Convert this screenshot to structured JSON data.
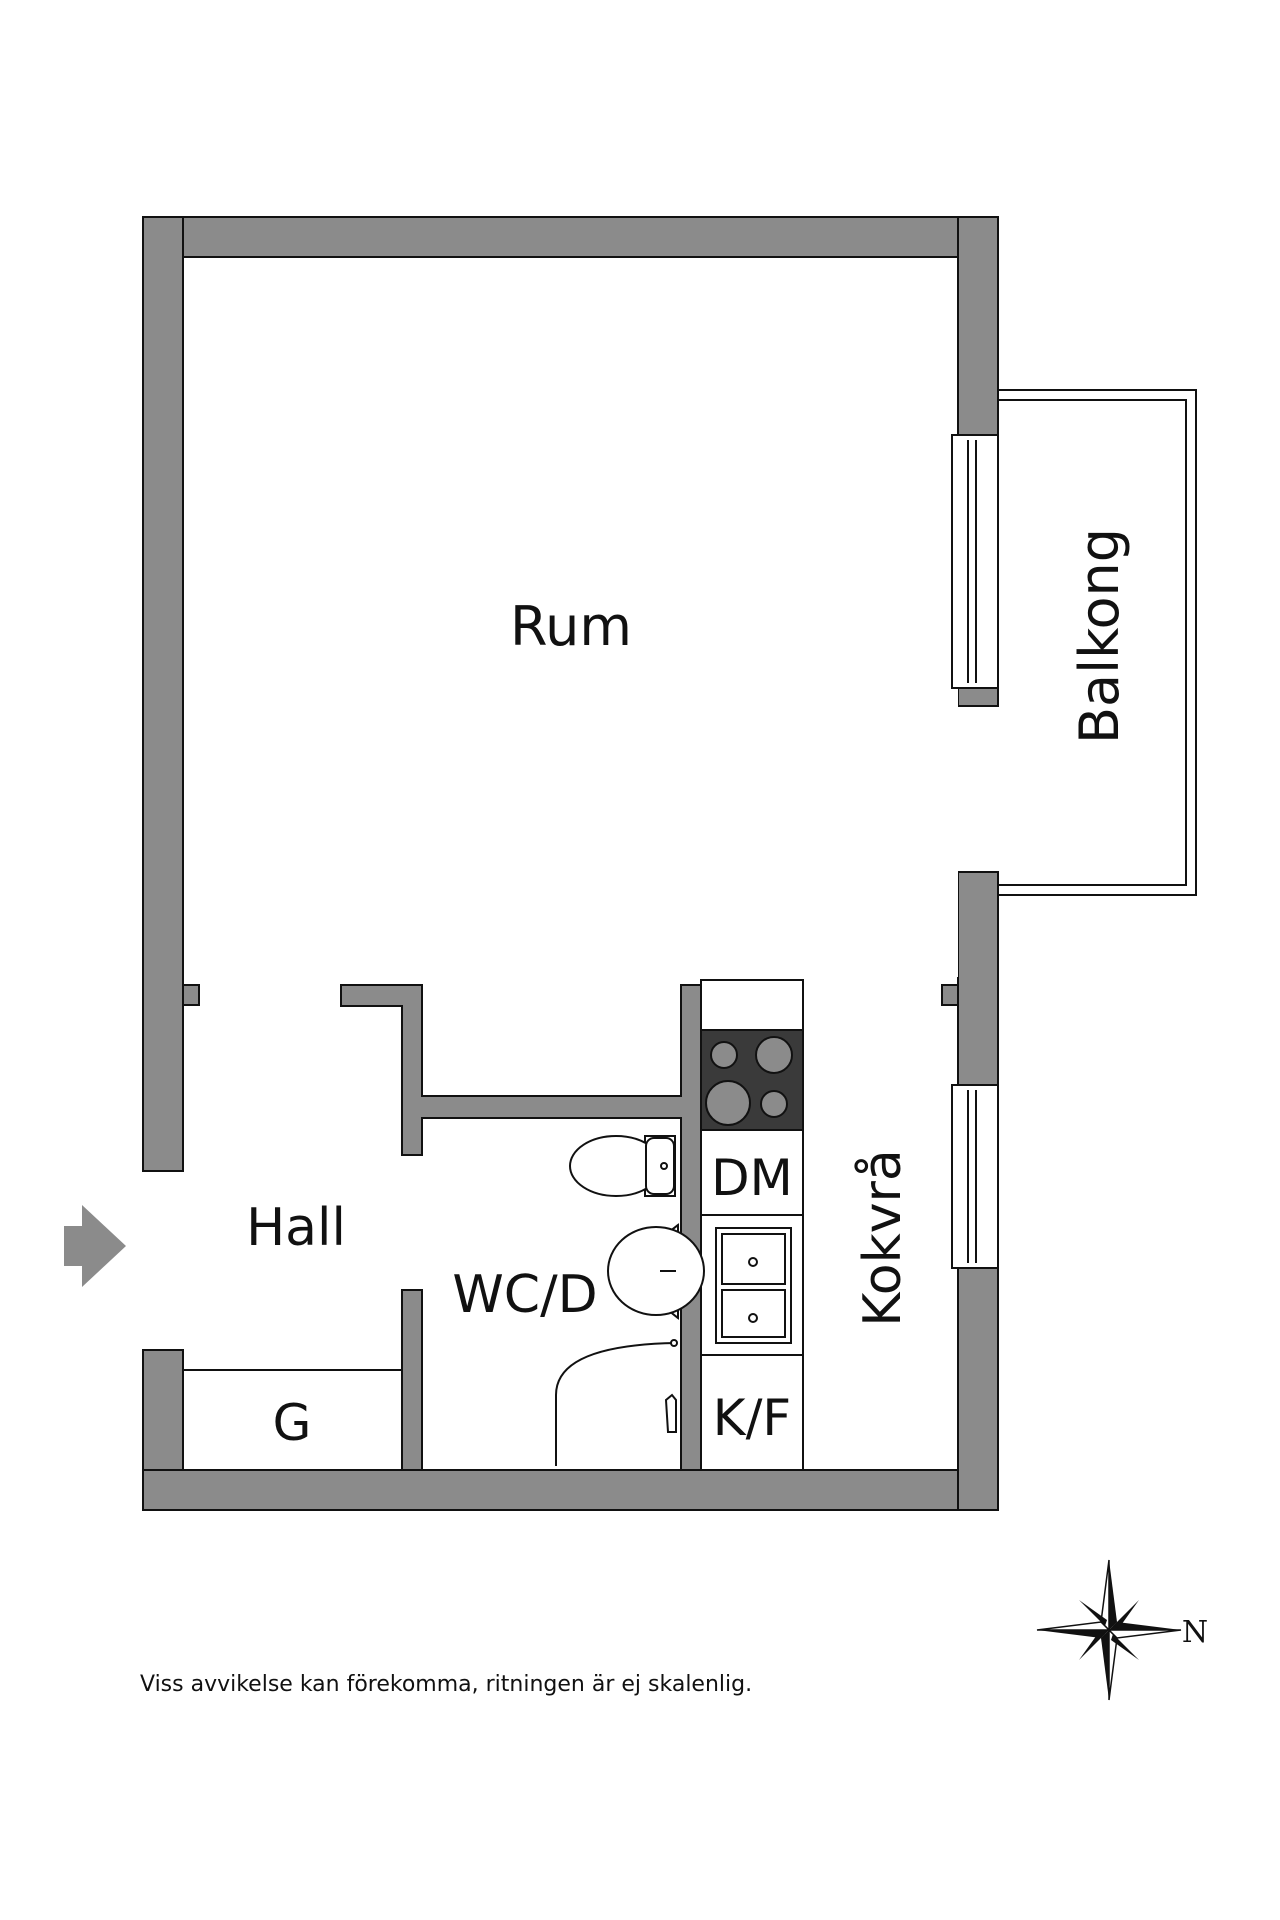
{
  "rooms": {
    "rum": "Rum",
    "balkong": "Balkong",
    "hall": "Hall",
    "wc": "WC/D",
    "kokvra": "Kokvrå",
    "garderob": "G"
  },
  "appliances": {
    "dishwasher": "DM",
    "fridge": "K/F"
  },
  "compass": {
    "north_label": "N"
  },
  "disclaimer": "Viss avvikelse kan förekomma, ritningen är ej skalenlig.",
  "colors": {
    "wall": "#8b8b8b",
    "line": "#111111",
    "stove": "#3a3a3a",
    "burner": "#8b8b8b"
  }
}
